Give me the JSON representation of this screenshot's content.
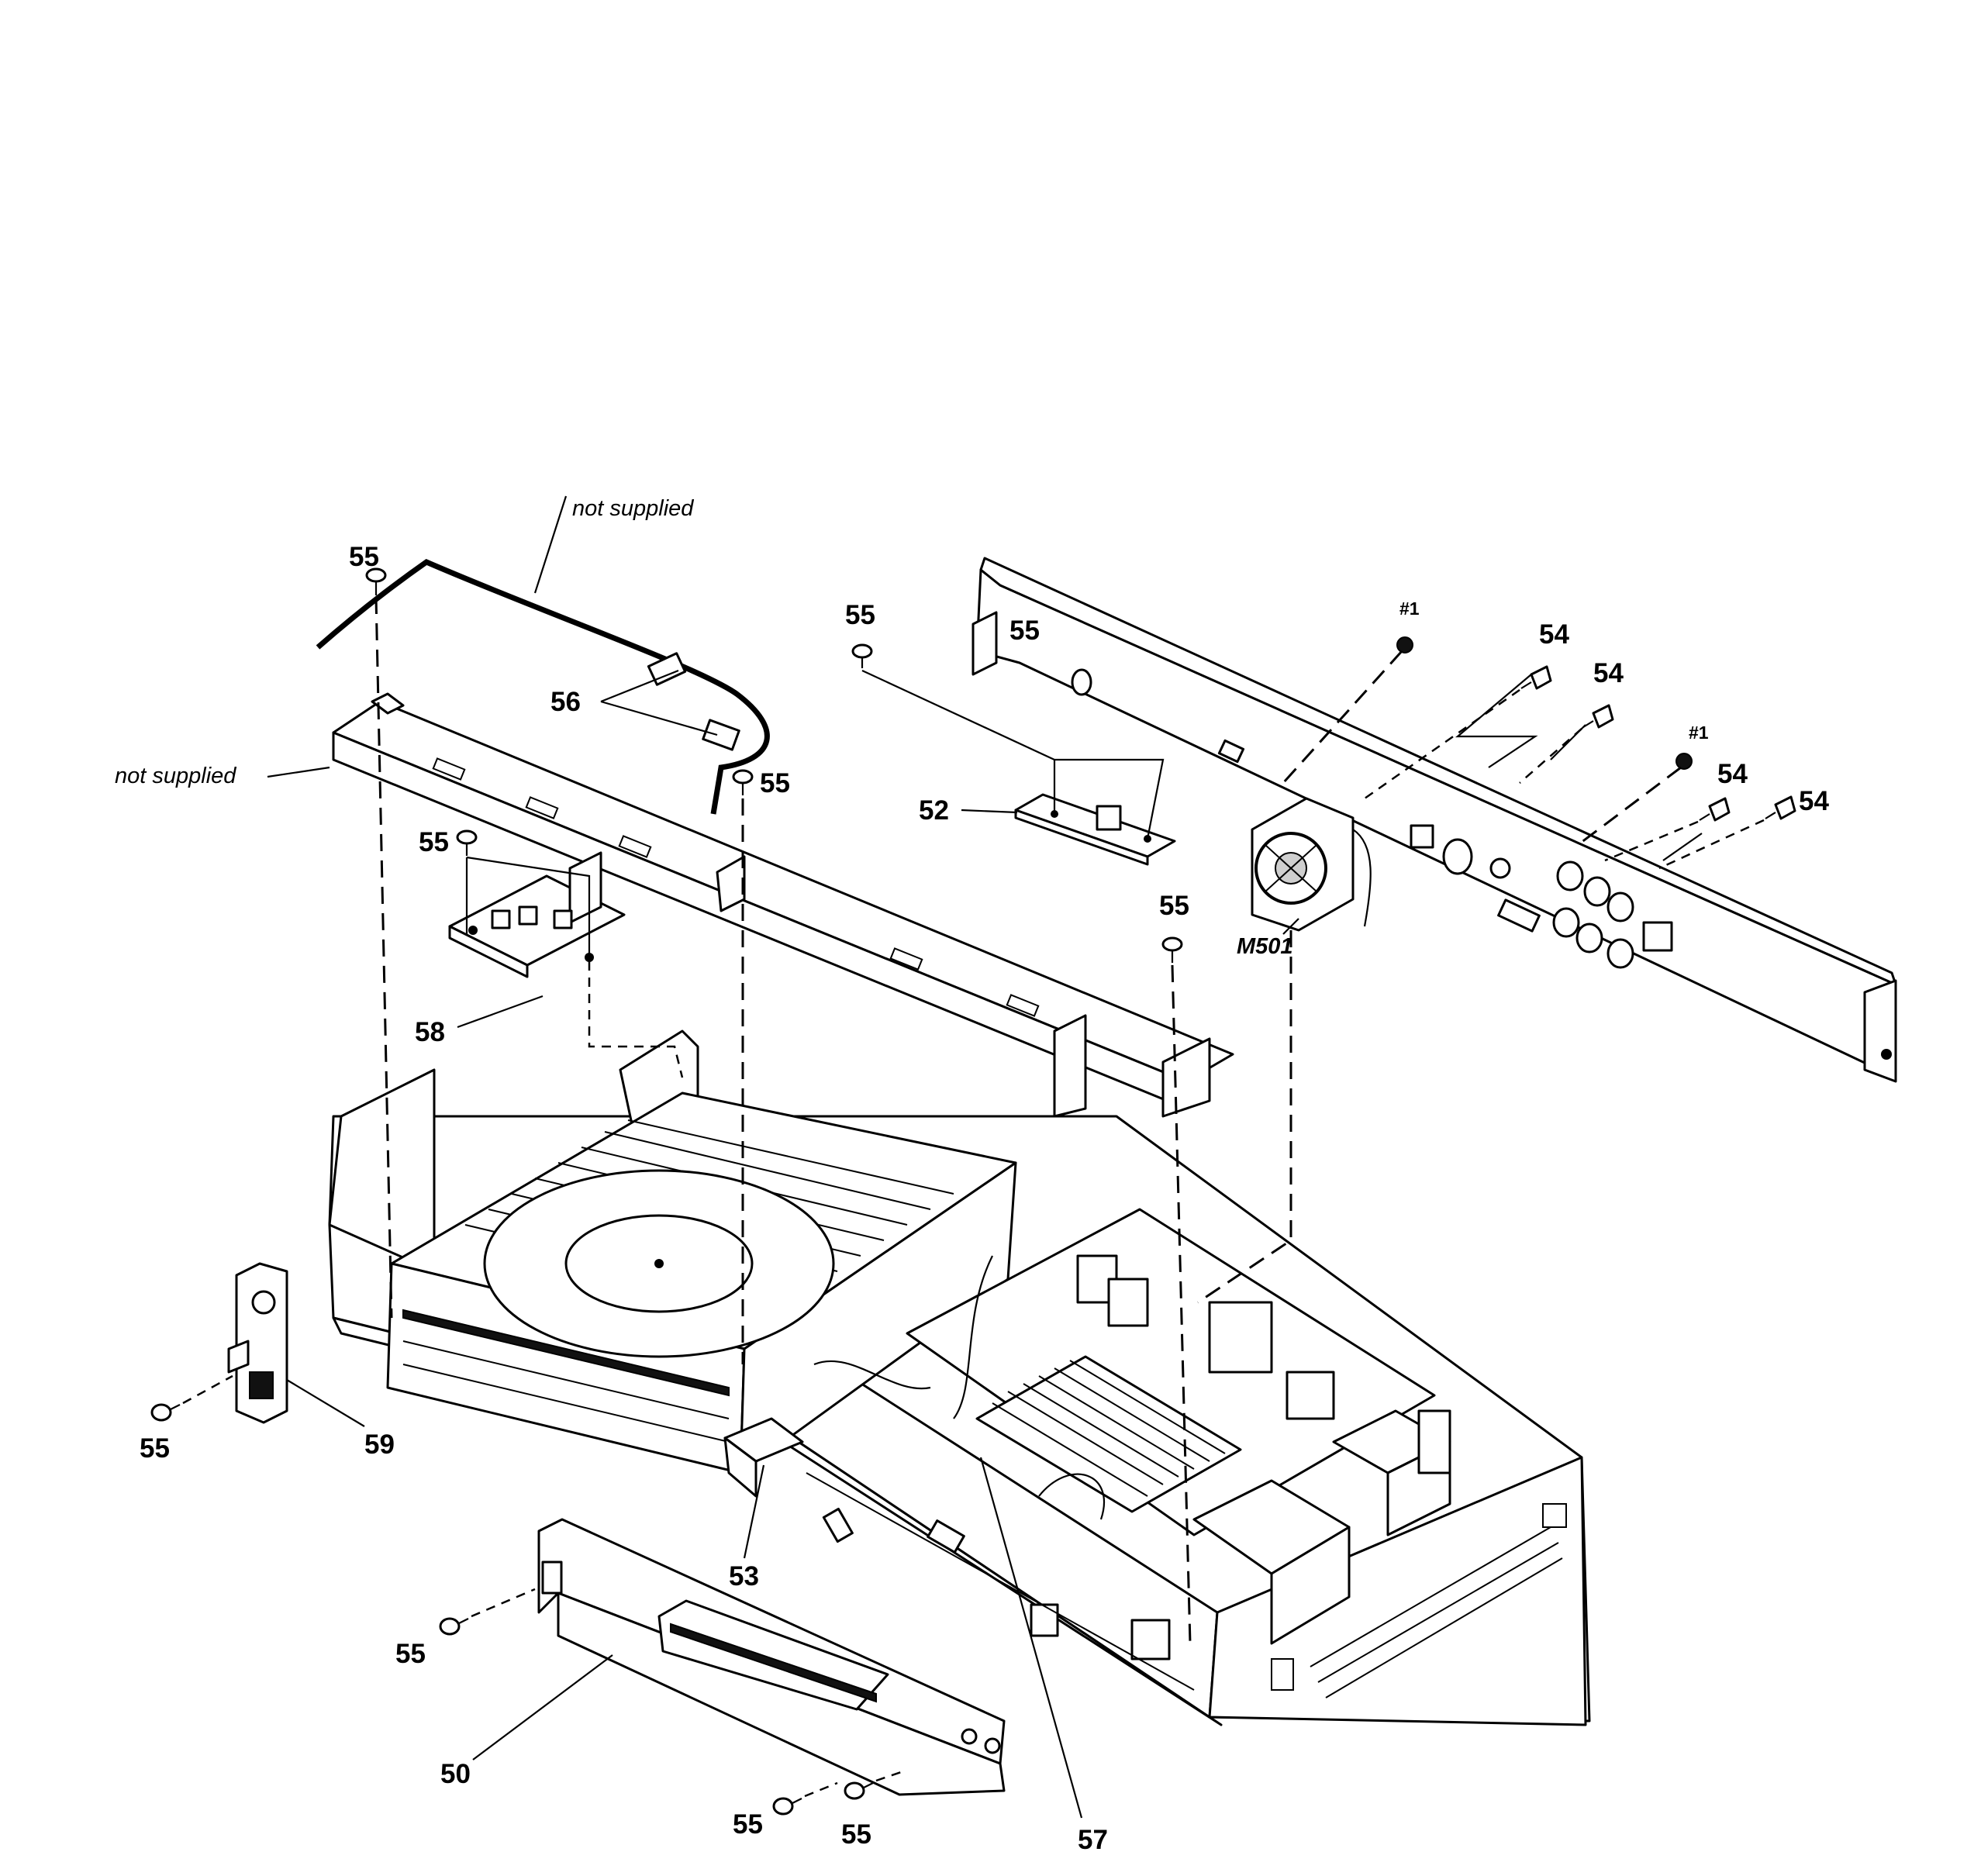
{
  "diagram": {
    "callouts": {
      "c50": "50",
      "c52": "52",
      "c53": "53",
      "c54a": "54",
      "c54b": "54",
      "c54c": "54",
      "c54d": "54",
      "c55_top_left": "55",
      "c55_cable_clamp": "55",
      "c55_board58": "55",
      "c55_board52": "55",
      "c55_rear_panel": "55",
      "c55_bracket_right": "55",
      "c55_left_bracket": "55",
      "c55_front_left": "55",
      "c55_front_bottom_a": "55",
      "c55_front_bottom_b": "55",
      "c56": "56",
      "c57": "57",
      "c58": "58",
      "c59": "59"
    },
    "notes": {
      "not_supplied_top": "not supplied",
      "not_supplied_left": "not supplied"
    },
    "refs": {
      "ref1a": "#1",
      "ref1b": "#1",
      "fan": "M501"
    }
  }
}
